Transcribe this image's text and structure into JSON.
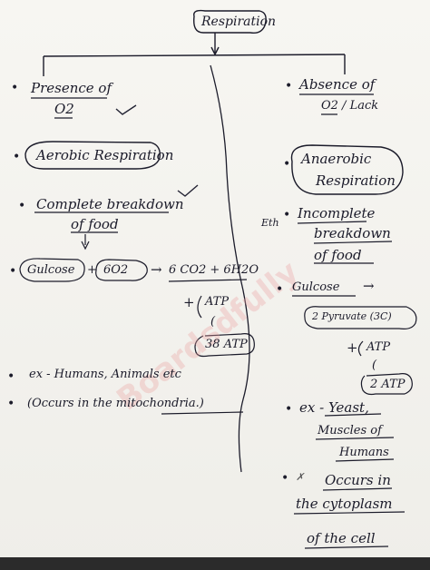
{
  "title": "Respiration",
  "left": {
    "condition_line1": "Presence of",
    "condition_line2": "O2",
    "type": "Aerobic Respiration",
    "breakdown_line1": "Complete breakdown",
    "breakdown_line2": "of food",
    "equation_glucose": "Gulcose",
    "equation_plus": "+",
    "equation_o2": "6O2",
    "equation_arrow": "→",
    "equation_products": "6 CO2 + 6H2O",
    "atp_plus": "+",
    "atp_label": "ATP",
    "atp_bracket": "(",
    "atp_count": "38 ATP",
    "examples": "ex - Humans, Animals etc",
    "location": "(Occurs in the mitochondria.)"
  },
  "right": {
    "condition_line1": "Absence of",
    "condition_line2": "O2 / Lack",
    "type_line1": "Anaerobic",
    "type_line2": "Respiration",
    "eth_note": "Eth",
    "breakdown_line1": "Incomplete",
    "breakdown_line2": "breakdown",
    "breakdown_line3": "of food",
    "glucose": "Gulcose",
    "arrow": "→",
    "pyruvate": "2 Pyruvate (3C)",
    "atp_plus": "+",
    "atp_label": "ATP",
    "atp_bracket": "(",
    "atp_count": "2 ATP",
    "examples_line1": "ex - Yeast,",
    "examples_line2": "Muscles of",
    "examples_line3": "Humans",
    "location_line1": "Occurs in",
    "location_line2": "the cytoplasm",
    "location_line3": "of the cell"
  },
  "watermark": "Boardsdfully",
  "colors": {
    "ink": "#1b1b2a",
    "tick": "#222233",
    "watermark": "#eca4a4"
  }
}
